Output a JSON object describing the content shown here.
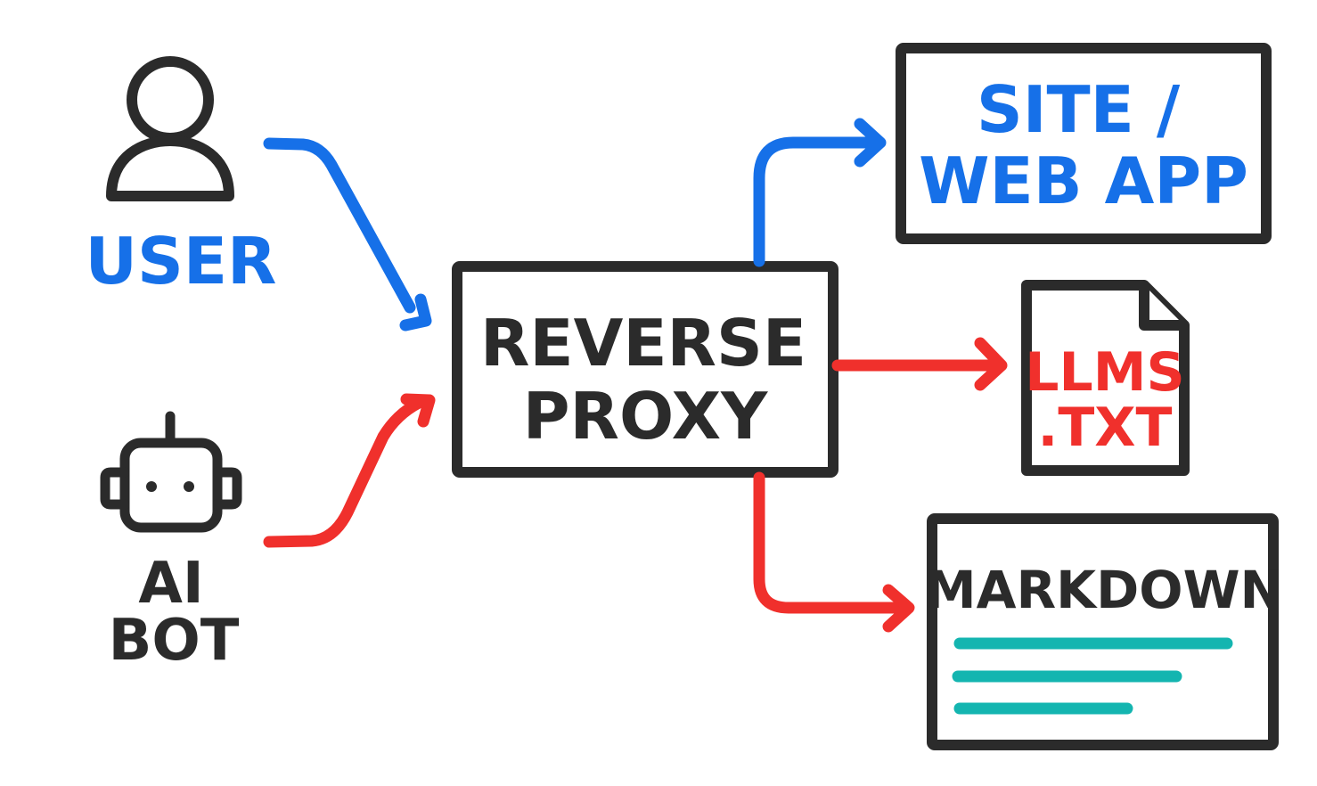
{
  "colors": {
    "ink": "#2b2b2b",
    "user_blue": "#1670e8",
    "bot_red": "#f0302c",
    "markdown_teal": "#14b5b0",
    "background": "#ffffff"
  },
  "actors": {
    "user": {
      "label": "USER",
      "icon": "person-icon"
    },
    "bot": {
      "label_line1": "AI",
      "label_line2": "BOT",
      "icon": "robot-icon"
    }
  },
  "proxy": {
    "line1": "REVERSE",
    "line2": "PROXY"
  },
  "destinations": {
    "site": {
      "line1": "SITE /",
      "line2": "WEB APP"
    },
    "llms": {
      "line1": "LLMS",
      "line2": ".TXT",
      "icon": "document-icon"
    },
    "markdown": {
      "title": "MARKDOWN",
      "content_lines": 3
    }
  },
  "flows": [
    {
      "from": "USER",
      "to": "REVERSE PROXY",
      "color": "blue"
    },
    {
      "from": "AI BOT",
      "to": "REVERSE PROXY",
      "color": "red"
    },
    {
      "from": "REVERSE PROXY",
      "to": "SITE / WEB APP",
      "color": "blue"
    },
    {
      "from": "REVERSE PROXY",
      "to": "LLMS.TXT",
      "color": "red"
    },
    {
      "from": "REVERSE PROXY",
      "to": "MARKDOWN",
      "color": "red"
    }
  ]
}
